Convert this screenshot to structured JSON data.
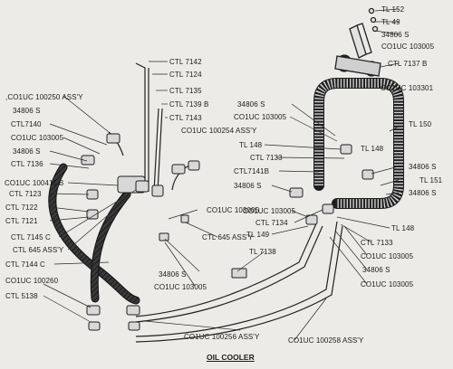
{
  "title": "OIL COOLER",
  "labels": {
    "tl152": "TL 152",
    "tl49": "TL 49",
    "n34806s_top": "34806 S",
    "c01uc103005_top": "CO1UC 103005",
    "ctl7137b": "CTL 7137 B",
    "c01uc103301": "CO1UC 103301",
    "ctl7142": "CTL 7142",
    "ctl7124": "CTL 7124",
    "ctl7135": "CTL 7135",
    "ctl7139b": "CTL 7139 B",
    "ctl7143": "CTL 7143",
    "c01uc100254": "CO1UC 100254 ASS'Y",
    "c01uc100250": ",CO1UC 100250 ASS'Y",
    "n34806s_l1": "34806 S",
    "ctl7140": "CTL7140",
    "c01uc103005_l": "CO1UC 103005",
    "n34806s_l2": "34806 S",
    "ctl7136": "CTL 7136",
    "c01uc100411b": "CO1UC 100411 B",
    "ctl7123": "CTL 7123",
    "ctl7122": "CTL 7122",
    "ctl7121": "CTL 7121",
    "ctl7145c": "CTL 7145 C",
    "ctl645": "CTL 645 ASS'Y",
    "ctl7144c": "CTL 7144 C",
    "c01uc100260": "CO1UC 100260",
    "ctl5138": "CTL 5138",
    "n34806s_r1": "34806 S",
    "c01uc103005_r1": "CO1UC 103005",
    "tl150": "TL 150",
    "tl148_a": "TL 148",
    "tl148_b": "TL 148",
    "ctl7133_a": "CTL 7133",
    "ctl7141b": "CTL7141B",
    "n34806s_r2": "34806 S",
    "c01uc103005_m": "CO1UC 103005",
    "ctl7134": "CTL 7134",
    "tl149": "TL 149",
    "tl7138": "TL 7138",
    "n34806s_m": "34806 S",
    "c01uc103005_m2": "CO1UC 103005",
    "n34806s_fr1": "34806 S",
    "tl151": "TL 151",
    "n34806s_fr2": "34806 S",
    "tl148_c": "TL 148",
    "ctl7133_b": "CTL 7133",
    "c01uc103005_br": "CO1UC 103005",
    "n34806s_br": "34806 S",
    "c01uc103005_br2": "CO1UC 103005",
    "c01uc100256": "CO1UC 100256 ASS'Y",
    "c01uc100258": "CO1UC 100258 ASS'Y"
  }
}
